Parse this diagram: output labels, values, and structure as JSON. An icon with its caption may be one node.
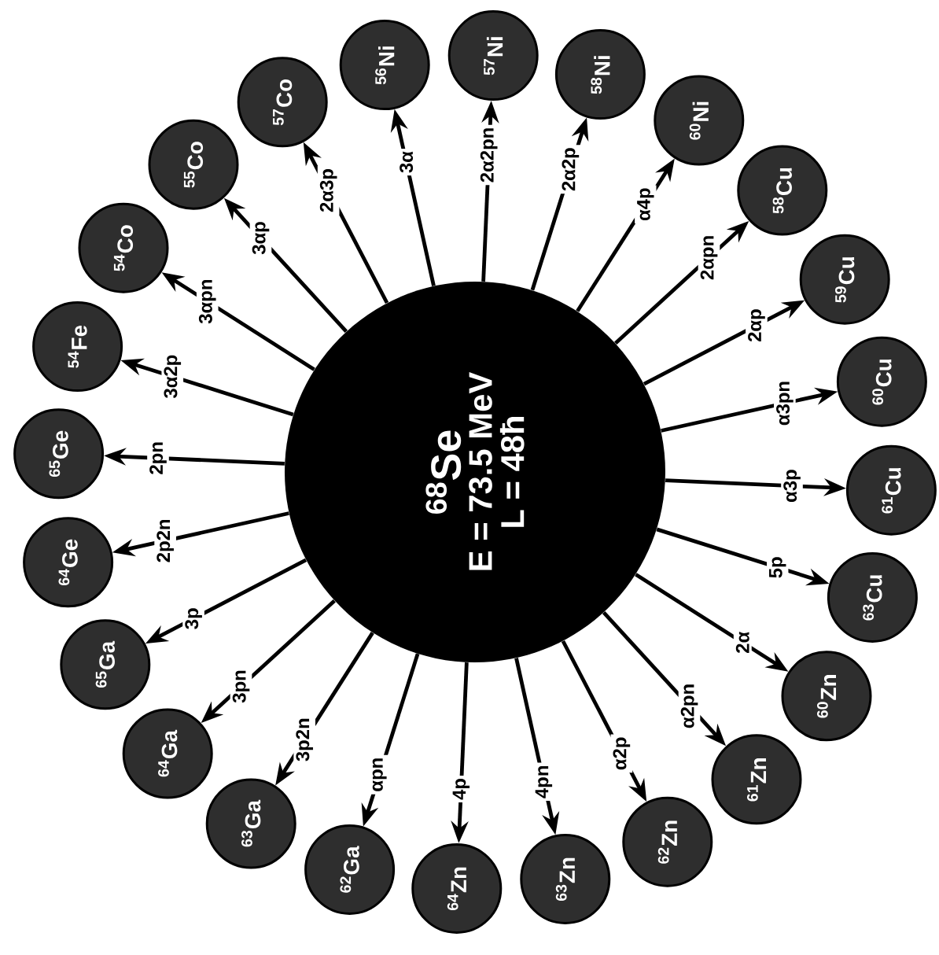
{
  "diagram": {
    "nodes": [
      {
        "text": [
          "$^{68}$Se",
          "E = 73.5 MeV",
          "L = 48ħ"
        ]
      },
      {
        "text": [
          "$^{56}$Ni"
        ]
      },
      {
        "text": [
          "$^{57}$Ni"
        ]
      },
      {
        "text": [
          "$^{58}$Ni"
        ]
      },
      {
        "text": [
          "$^{60}$Ni"
        ]
      },
      {
        "text": [
          "$^{58}$Cu"
        ]
      },
      {
        "text": [
          "$^{59}$Cu"
        ]
      },
      {
        "text": [
          "$^{60}$Cu"
        ]
      },
      {
        "text": [
          "$^{61}$Cu"
        ]
      },
      {
        "text": [
          "$^{63}$Cu"
        ]
      },
      {
        "text": [
          "$^{60}$Zn"
        ]
      },
      {
        "text": [
          "$^{61}$Zn"
        ]
      },
      {
        "text": [
          "$^{62}$Zn"
        ]
      },
      {
        "text": [
          "$^{63}$Zn"
        ]
      },
      {
        "text": [
          "$^{64}$Zn"
        ]
      },
      {
        "text": [
          "$^{62}$Ga"
        ]
      },
      {
        "text": [
          "$^{63}$Ga"
        ]
      },
      {
        "text": [
          "$^{64}$Ga"
        ]
      },
      {
        "text": [
          "$^{65}$Ga"
        ]
      },
      {
        "text": [
          "$^{64}$Ge"
        ]
      },
      {
        "text": [
          "$^{65}$Ge"
        ]
      },
      {
        "text": [
          "$^{54}$Fe"
        ]
      },
      {
        "text": [
          "$^{54}$Co"
        ]
      },
      {
        "text": [
          "$^{55}$Co"
        ]
      },
      {
        "text": [
          "$^{57}$Co"
        ]
      }
    ],
    "edges": [
      {
        "from": 0,
        "to": 1,
        "arrow": "to",
        "label": "3α"
      },
      {
        "from": 0,
        "to": 2,
        "arrow": "to",
        "label": "2α2pn"
      },
      {
        "from": 0,
        "to": 3,
        "arrow": "to",
        "label": "2α2p"
      },
      {
        "from": 0,
        "to": 4,
        "arrow": "to",
        "label": "α4p"
      },
      {
        "from": 0,
        "to": 5,
        "arrow": "to",
        "label": "2αpn"
      },
      {
        "from": 0,
        "to": 6,
        "arrow": "to",
        "label": "2αp"
      },
      {
        "from": 0,
        "to": 7,
        "arrow": "to",
        "label": "α3pn"
      },
      {
        "from": 0,
        "to": 8,
        "arrow": "to",
        "label": "α3p"
      },
      {
        "from": 0,
        "to": 9,
        "arrow": "to",
        "label": "5p"
      },
      {
        "from": 0,
        "to": 10,
        "arrow": "to",
        "label": "2α"
      },
      {
        "from": 0,
        "to": 11,
        "arrow": "to",
        "label": "α2pn"
      },
      {
        "from": 0,
        "to": 12,
        "arrow": "to",
        "label": "α2p"
      },
      {
        "from": 0,
        "to": 13,
        "arrow": "to",
        "label": "4pn"
      },
      {
        "from": 0,
        "to": 14,
        "arrow": "to",
        "label": "4p"
      },
      {
        "from": 0,
        "to": 15,
        "arrow": "to",
        "label": "αpn"
      },
      {
        "from": 0,
        "to": 16,
        "arrow": "to",
        "label": "3p2n"
      },
      {
        "from": 0,
        "to": 17,
        "arrow": "to",
        "label": "3pn"
      },
      {
        "from": 0,
        "to": 18,
        "arrow": "to",
        "label": "3p"
      },
      {
        "from": 0,
        "to": 19,
        "arrow": "to",
        "label": "2p2n"
      },
      {
        "from": 0,
        "to": 20,
        "arrow": "to",
        "label": "2pn"
      },
      {
        "from": 0,
        "to": 21,
        "arrow": "to",
        "label": "3α2p"
      },
      {
        "from": 0,
        "to": 22,
        "arrow": "to",
        "label": "3αpn"
      },
      {
        "from": 0,
        "to": 23,
        "arrow": "to",
        "label": "3αp"
      },
      {
        "from": 0,
        "to": 24,
        "arrow": "to",
        "label": "2α3p"
      }
    ]
  }
}
